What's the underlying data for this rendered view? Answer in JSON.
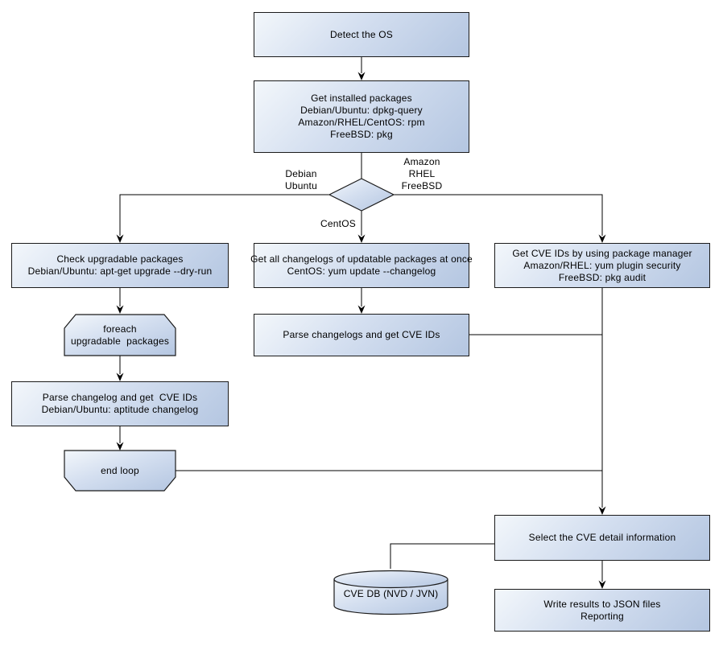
{
  "colors": {
    "node_fill_light": "#f3f7fb",
    "node_fill_dark": "#b4c6e1",
    "node_border": "#1b1b1b",
    "connector": "#000000",
    "background": "#ffffff",
    "text": "#000000"
  },
  "nodes": {
    "detect_os": {
      "label": "Detect the OS"
    },
    "get_installed_packages": {
      "label": "Get installed packages\nDebian/Ubuntu: dpkg-query\nAmazon/RHEL/CentOS: rpm\nFreeBSD: pkg"
    },
    "check_upgradable_packages": {
      "label": "Check upgradable packages\nDebian/Ubuntu: apt-get upgrade --dry-run"
    },
    "foreach_loop_start": {
      "label": "foreach\nupgradable  packages"
    },
    "parse_changelog_get_cve": {
      "label": "Parse changelog and get  CVE IDs\nDebian/Ubuntu: aptitude changelog"
    },
    "end_loop": {
      "label": "end loop"
    },
    "get_all_changelogs": {
      "label": "Get all changelogs of updatable packages at once\nCentOS: yum update --changelog"
    },
    "parse_changelogs_get_cve": {
      "label": "Parse changelogs and get CVE IDs"
    },
    "get_cve_ids_pkg_manager": {
      "label": "Get CVE IDs by using package manager\nAmazon/RHEL: yum plugin security\nFreeBSD: pkg audit"
    },
    "select_cve_detail": {
      "label": "Select the CVE detail information"
    },
    "cve_db": {
      "label": "CVE DB (NVD / JVN)"
    },
    "write_results": {
      "label": "Write results to JSON files\nReporting"
    }
  },
  "edge_labels": {
    "debian_ubuntu": "Debian\nUbuntu",
    "amazon_rhel_freebsd": "Amazon\nRHEL\nFreeBSD",
    "centos": "CentOS"
  }
}
